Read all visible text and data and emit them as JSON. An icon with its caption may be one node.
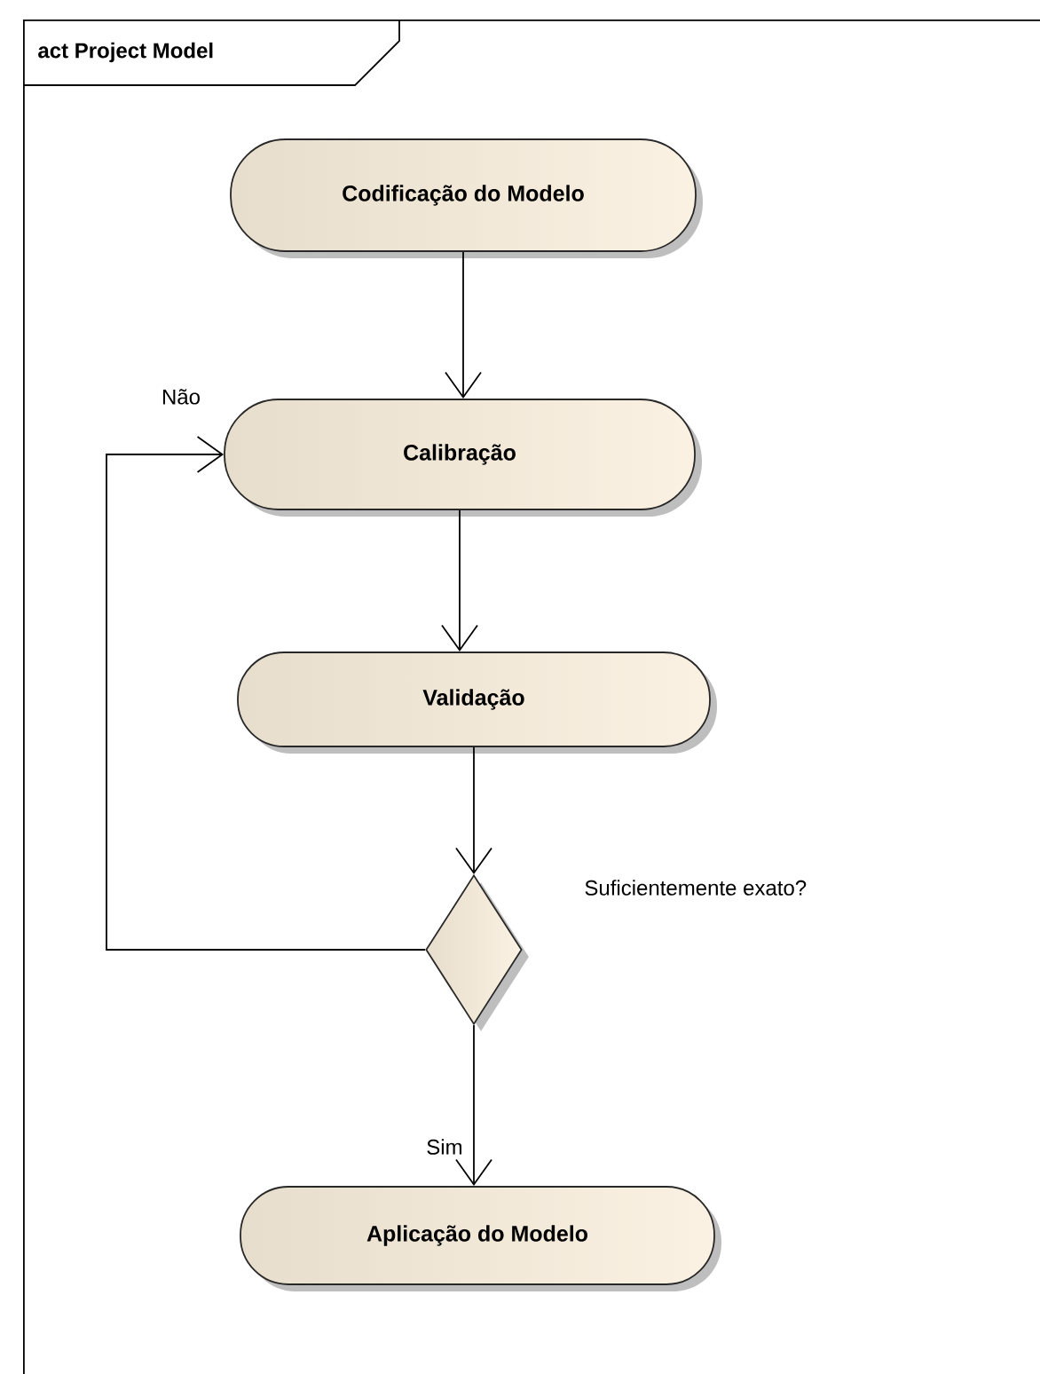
{
  "diagram": {
    "nodes": [
      {
        "text": [
          "act Project Model"
        ]
      },
      {
        "text": [
          "Codificação do Modelo"
        ],
        "in": 0
      },
      {
        "text": [
          "Calibração"
        ],
        "in": 0
      },
      {
        "text": [
          "Validação"
        ],
        "in": 0
      },
      {
        "text": [],
        "shape": "diamond",
        "in": 0,
        "beside": [
          "Suficientemente exato?"
        ]
      },
      {
        "text": [
          "Aplicação do Modelo"
        ],
        "in": 0
      }
    ],
    "edges": [
      {
        "from": 1,
        "to": 2,
        "arrow": "to"
      },
      {
        "from": 2,
        "to": 3,
        "arrow": "to"
      },
      {
        "from": 3,
        "to": 4,
        "arrow": "to"
      },
      {
        "from": 4,
        "to": 2,
        "arrow": "to",
        "label": "Não"
      },
      {
        "from": 4,
        "to": 5,
        "arrow": "to",
        "label": "Sim"
      }
    ]
  }
}
